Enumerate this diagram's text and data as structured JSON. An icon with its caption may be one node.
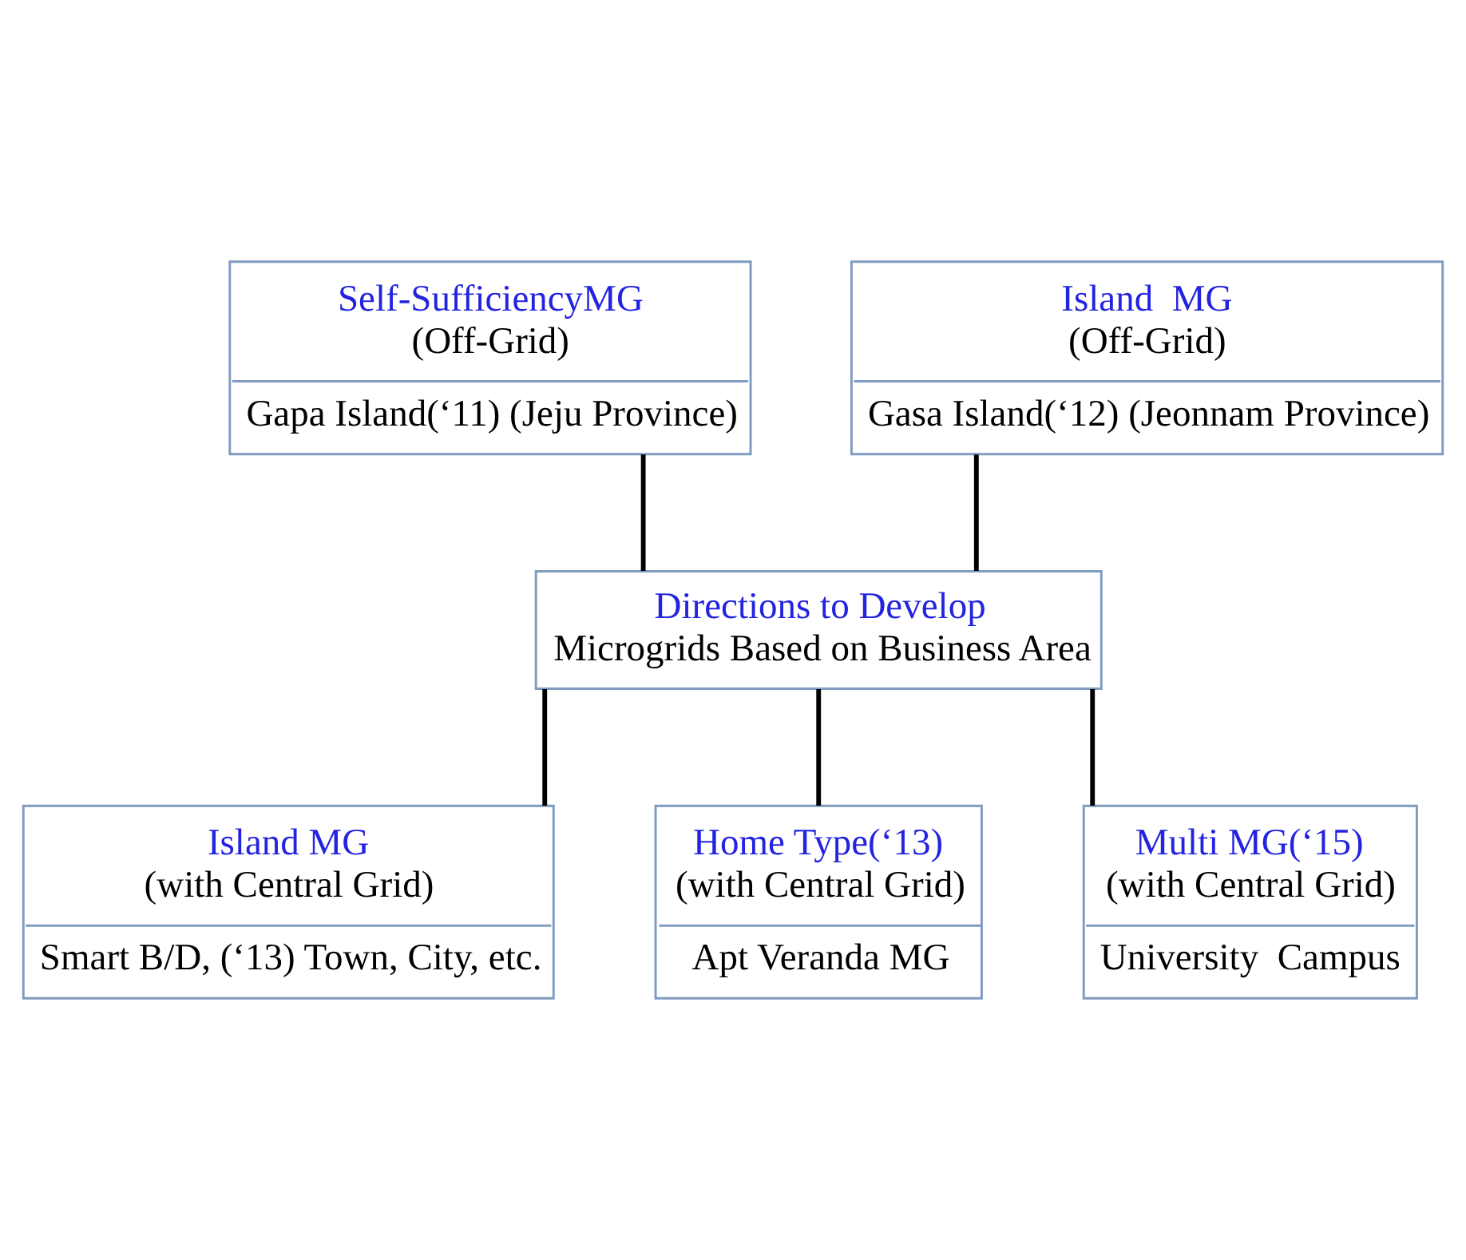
{
  "diagram": {
    "nodes": [
      {
        "text": [
          "Self-SufficiencyMG",
          "(Off-Grid)",
          "Gapa Island(‘11) (Jeju Province)"
        ]
      },
      {
        "text": [
          "Island  MG",
          "(Off-Grid)",
          "Gasa Island(‘12) (Jeonnam Province)"
        ]
      },
      {
        "text": [
          "Directions to Develop",
          "Microgrids Based on Business Area"
        ]
      },
      {
        "text": [
          "Island MG",
          "(with Central Grid)",
          "Smart B/D, (‘13) Town, City, etc."
        ]
      },
      {
        "text": [
          "Home Type(‘13)",
          "(with Central Grid)",
          "Apt Veranda MG"
        ]
      },
      {
        "text": [
          "Multi MG(‘15)",
          "(with Central Grid)",
          "University  Campus"
        ]
      }
    ],
    "edges": [
      {
        "from": 0,
        "to": 2,
        "arrow": "none"
      },
      {
        "from": 1,
        "to": 2,
        "arrow": "none"
      },
      {
        "from": 2,
        "to": 3,
        "arrow": "none"
      },
      {
        "from": 2,
        "to": 4,
        "arrow": "none"
      },
      {
        "from": 2,
        "to": 5,
        "arrow": "none"
      }
    ]
  }
}
